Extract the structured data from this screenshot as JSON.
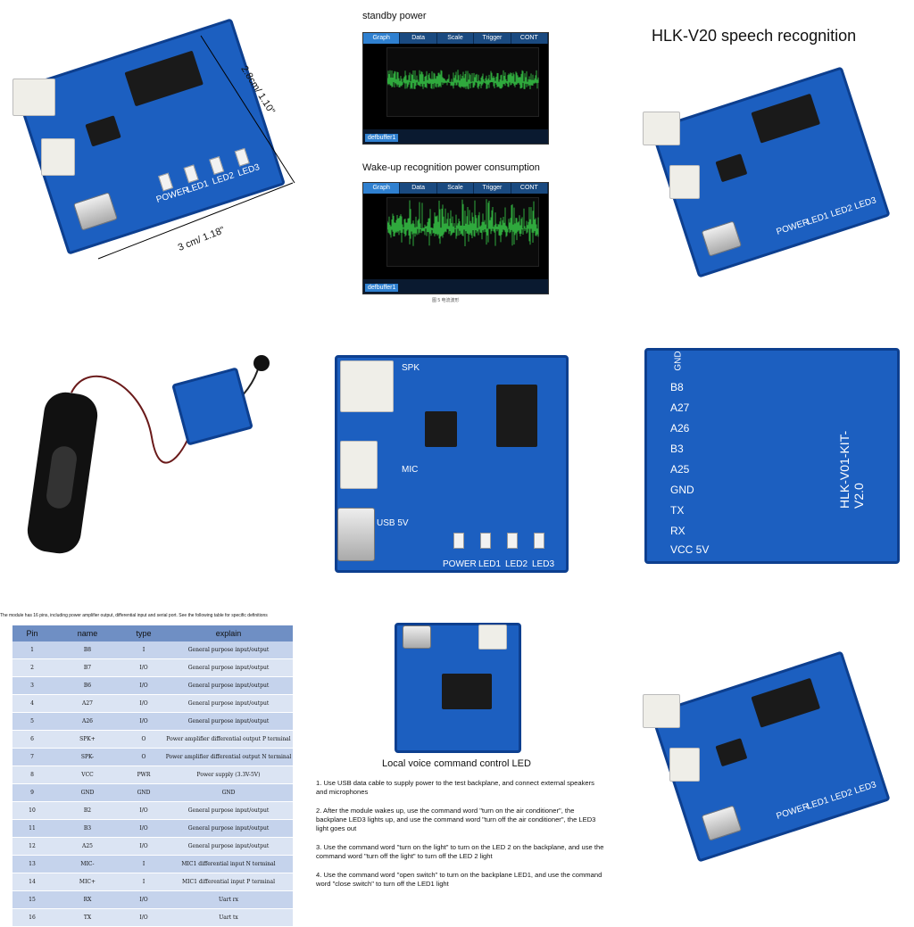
{
  "panel1": {
    "dim_width": "2.8cm/ 1.10\"",
    "dim_length": "3 cm/ 1.18\"",
    "labels": [
      "POWER",
      "LED1",
      "LED2",
      "LED3"
    ]
  },
  "panel2": {
    "standby_title": "standby power",
    "wake_title": "Wake-up recognition power consumption",
    "tabs": [
      "Graph",
      "Data",
      "Scale",
      "Trigger",
      "CONT"
    ],
    "buffer_label": "defbuffer1",
    "caption": "图 5 电流波形"
  },
  "panel3": {
    "title": "HLK-V20 speech recognition",
    "labels": [
      "POWER",
      "LED1",
      "LED2",
      "LED3"
    ]
  },
  "panel5": {
    "labels": [
      "SPK",
      "MIC",
      "USB 5V",
      "POWER",
      "LED1",
      "LED2",
      "LED3"
    ]
  },
  "panel6": {
    "pins": [
      "GND",
      "B8",
      "A27",
      "A26",
      "B3",
      "A25",
      "GND",
      "TX",
      "RX",
      "VCC 5V"
    ],
    "board_name": "HLK-V01-KIT-V2.0"
  },
  "pin_table": {
    "intro": "The module has 16 pins, including power amplifier output, differential input and serial port. See the following table for specific definitions",
    "headers": [
      "Pin",
      "name",
      "type",
      "explain"
    ],
    "rows": [
      [
        "1",
        "B8",
        "I",
        "General purpose input/output"
      ],
      [
        "2",
        "B7",
        "I/O",
        "General purpose input/output"
      ],
      [
        "3",
        "B6",
        "I/O",
        "General purpose input/output"
      ],
      [
        "4",
        "A27",
        "I/O",
        "General purpose input/output"
      ],
      [
        "5",
        "A26",
        "I/O",
        "General purpose input/output"
      ],
      [
        "6",
        "SPK+",
        "O",
        "Power amplifier differential output P terminal"
      ],
      [
        "7",
        "SPK-",
        "O",
        "Power amplifier differential output N terminal"
      ],
      [
        "8",
        "VCC",
        "PWR",
        "Power supply (3.3V-5V)"
      ],
      [
        "9",
        "GND",
        "GND",
        "GND"
      ],
      [
        "10",
        "B2",
        "I/O",
        "General purpose input/output"
      ],
      [
        "11",
        "B3",
        "I/O",
        "General purpose input/output"
      ],
      [
        "12",
        "A25",
        "I/O",
        "General purpose input/output"
      ],
      [
        "13",
        "MIC-",
        "I",
        "MIC1 differential input N terminal"
      ],
      [
        "14",
        "MIC+",
        "I",
        "MIC1 differential input P terminal"
      ],
      [
        "15",
        "RX",
        "I/O",
        "Uart rx"
      ],
      [
        "16",
        "TX",
        "I/O",
        "Uart tx"
      ]
    ]
  },
  "instructions": {
    "title": "Local voice command control LED",
    "steps": [
      "1. Use USB data cable to supply power to the test backplane, and connect external speakers and microphones",
      "2. After the module wakes up, use the command word \"turn on the air conditioner\", the backplane LED3 lights up, and use the command word \"turn off the air conditioner\", the LED3 light goes out",
      "3. Use the command word \"turn on the light\" to turn on the LED 2 on the backplane, and use the command word \"turn off the light\" to turn off the LED 2 light",
      "4. Use the command word \"open switch\" to turn on the backplane LED1, and use the command word \"close switch\" to turn off the LED1 light"
    ]
  },
  "colors": {
    "pcb": "#1c5fc0",
    "trace": "#39d14a",
    "table_header": "#6f8fc4"
  }
}
